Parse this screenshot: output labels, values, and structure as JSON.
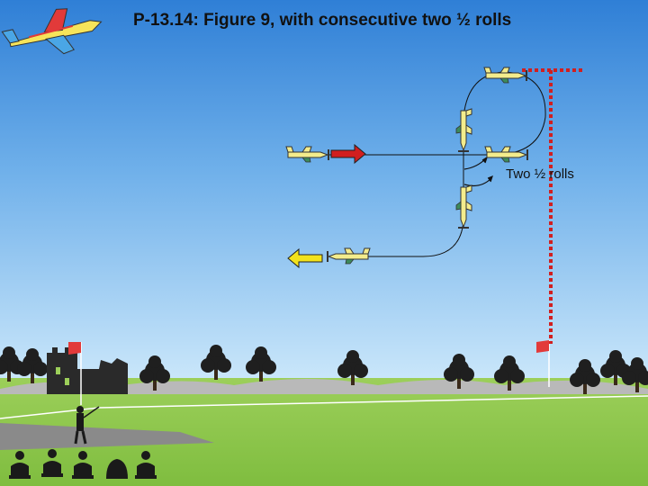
{
  "title": "P-13.14: Figure 9, with consecutive two ½ rolls",
  "annotation": "Two ½ rolls",
  "colors": {
    "sky_top": "#2f7fd6",
    "grass": "#8cc84b",
    "entry_arrow": "#d11f1f",
    "exit_arrow": "#f2e21c",
    "aerobatic_box_line": "#d11f1f",
    "plane_body": "#f3ec8c"
  },
  "icons": [
    "stunt-plane-logo",
    "plane-icon",
    "arrow-icon",
    "flag-icon",
    "pilot-icon",
    "spectator-icon",
    "tree-icon",
    "castle-icon"
  ]
}
